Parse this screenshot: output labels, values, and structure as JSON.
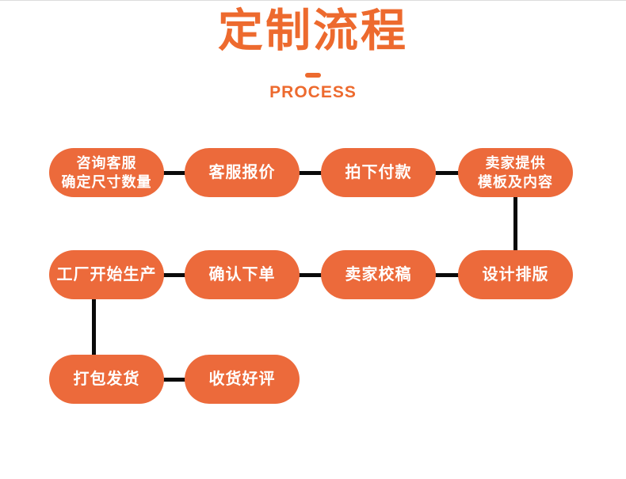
{
  "header": {
    "title": "定制流程",
    "subtitle": "PROCESS"
  },
  "colors": {
    "accent": "#ED6A2E",
    "node_fill": "#EC6A3B",
    "node_text": "#FFFFFF",
    "connector": "#0A0A0A",
    "background": "#FFFFFF"
  },
  "flow": {
    "row1": [
      "咨询客服\n确定尺寸数量",
      "客服报价",
      "拍下付款",
      "卖家提供\n模板及内容"
    ],
    "row2": [
      "工厂开始生产",
      "确认下单",
      "卖家校稿",
      "设计排版"
    ],
    "row3": [
      "打包发货",
      "收货好评"
    ]
  }
}
